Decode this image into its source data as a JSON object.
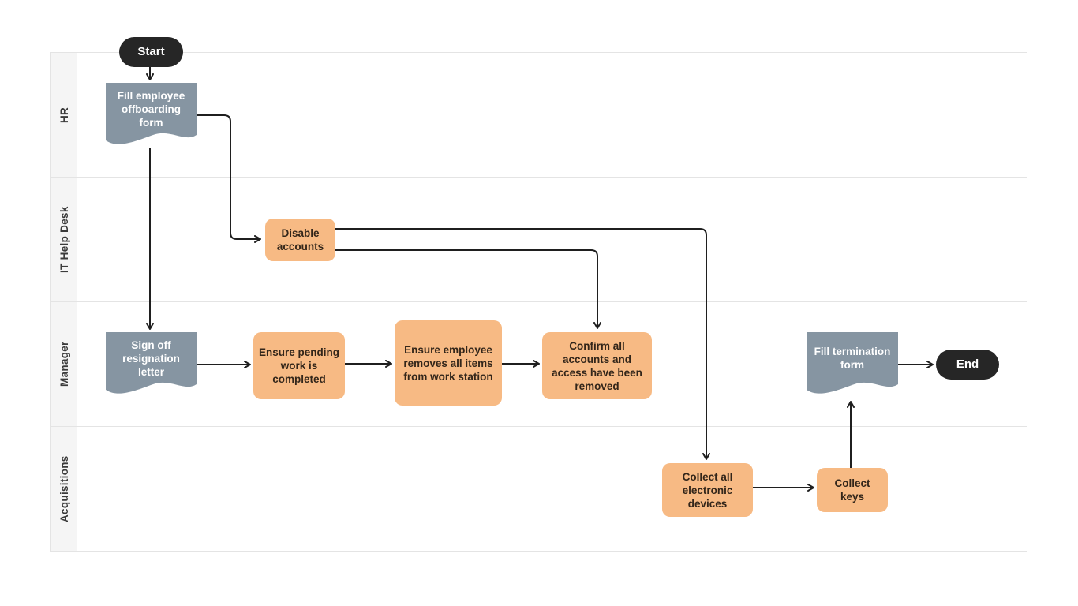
{
  "lanes": [
    {
      "label": "HR"
    },
    {
      "label": "IT Help Desk"
    },
    {
      "label": "Manager"
    },
    {
      "label": "Acquisitions"
    }
  ],
  "nodes": {
    "start": {
      "label": "Start",
      "type": "terminator",
      "lane": "HR"
    },
    "fill_offboarding": {
      "label": "Fill employee offboarding form",
      "type": "document",
      "lane": "HR"
    },
    "disable_accounts": {
      "label": "Disable accounts",
      "type": "process",
      "lane": "IT Help Desk"
    },
    "sign_off": {
      "label": "Sign off resignation letter",
      "type": "document",
      "lane": "Manager"
    },
    "ensure_pending": {
      "label": "Ensure pending work is completed",
      "type": "process",
      "lane": "Manager"
    },
    "ensure_employee": {
      "label": "Ensure employee removes all items from work station",
      "type": "process",
      "lane": "Manager"
    },
    "confirm_accounts": {
      "label": "Confirm all accounts and access have been removed",
      "type": "process",
      "lane": "Manager"
    },
    "fill_termination": {
      "label": "Fill termination form",
      "type": "document",
      "lane": "Manager"
    },
    "end": {
      "label": "End",
      "type": "terminator",
      "lane": "Manager"
    },
    "collect_devices": {
      "label": "Collect all electronic devices",
      "type": "process",
      "lane": "Acquisitions"
    },
    "collect_keys": {
      "label": "Collect keys",
      "type": "process",
      "lane": "Acquisitions"
    }
  },
  "edges": [
    {
      "from": "start",
      "to": "fill_offboarding"
    },
    {
      "from": "fill_offboarding",
      "to": "disable_accounts"
    },
    {
      "from": "fill_offboarding",
      "to": "sign_off"
    },
    {
      "from": "sign_off",
      "to": "ensure_pending"
    },
    {
      "from": "ensure_pending",
      "to": "ensure_employee"
    },
    {
      "from": "ensure_employee",
      "to": "confirm_accounts"
    },
    {
      "from": "disable_accounts",
      "to": "confirm_accounts"
    },
    {
      "from": "disable_accounts",
      "to": "collect_devices"
    },
    {
      "from": "collect_devices",
      "to": "collect_keys"
    },
    {
      "from": "collect_keys",
      "to": "fill_termination"
    },
    {
      "from": "fill_termination",
      "to": "end"
    }
  ],
  "colors": {
    "process-fill": "#F7BA84",
    "process-text": "#33261A",
    "document-fill": "#8695A2",
    "terminator-fill": "#262626",
    "edge": "#1F1F1F",
    "lane-border": "#E4E4E4",
    "lane-label-bg": "#F5F5F5",
    "lane-label-text": "#3B3B3B"
  }
}
